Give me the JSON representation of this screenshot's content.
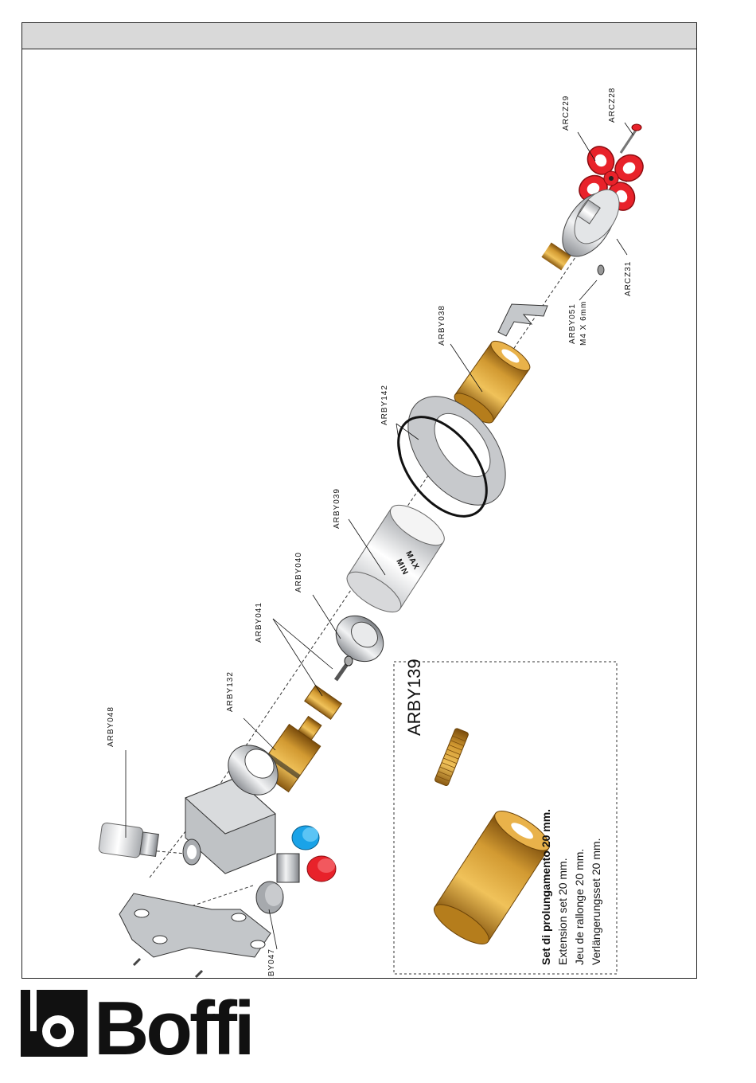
{
  "brand": {
    "name": "Boffi"
  },
  "parts": {
    "arcz29": "ARCZ29",
    "arcz28": "ARCZ28",
    "arcz31": "ARCZ31",
    "arby051": "ARBY051",
    "arby051_size": "M4 X 6mm",
    "arby038": "ARBY038",
    "arby142": "ARBY142",
    "arby039": "ARBY039",
    "arby040": "ARBY040",
    "arby041": "ARBY041",
    "arby132": "ARBY132",
    "arby048": "ARBY048",
    "arby047": "ARBY047"
  },
  "knob_marks": {
    "max": "MAX",
    "min": "MIN"
  },
  "kit": {
    "code": "ARBY139",
    "title_it": "Set di prolungamento 20 mm.",
    "title_en": "Extension set 20 mm.",
    "title_fr": "Jeu de rallonge 20 mm.",
    "title_de": "Verlängerungsset 20 mm."
  },
  "colors": {
    "handle": "#e8222a",
    "cap_blue": "#1aa3e8",
    "cap_red": "#e8222a",
    "brass": "#d9a43a",
    "steel": "#b9bcc0",
    "header": "#d9d9d9"
  }
}
